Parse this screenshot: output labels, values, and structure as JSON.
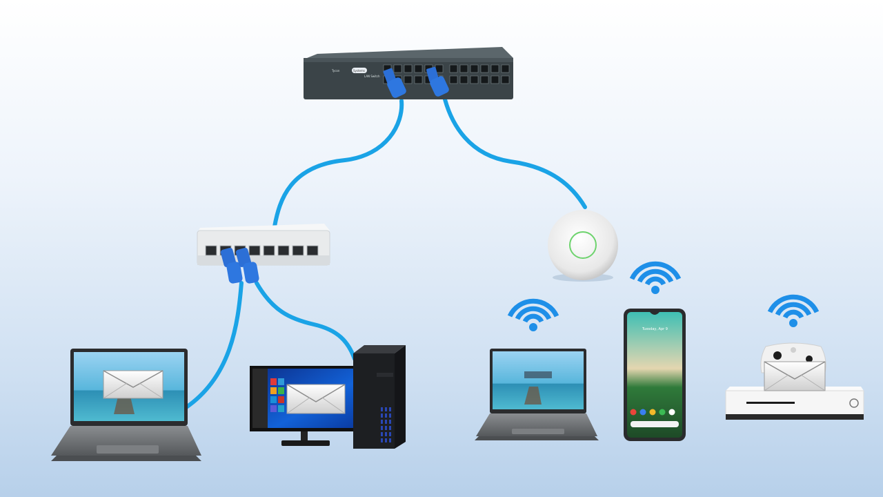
{
  "colors": {
    "cable": "#1aa3e6",
    "connector": "#2c6fd6",
    "wifi": "#1e8fe8",
    "core_switch": "#3b4448",
    "small_switch": "#e9ebec",
    "access_point": "#f4f4f4",
    "ap_ring": "#6dd36d",
    "laptop_body": "#6f7275",
    "desktop_tower": "#1d1f22",
    "tower_accent": "#2b4fcf",
    "console": "#f6f6f6"
  },
  "core_switch": {
    "brand": "Tycon",
    "badge": "Systems",
    "model_text": "LAN Switch",
    "ports": 24
  },
  "small_switch": {
    "ports": 8
  },
  "phone": {
    "time_text": "Tuesday, Apr 9"
  },
  "nodes": [
    {
      "id": "laptop-wired",
      "icon": "laptop-icon",
      "connection": "wired"
    },
    {
      "id": "desktop-wired",
      "icon": "desktop-icon",
      "connection": "wired"
    },
    {
      "id": "laptop-wireless",
      "icon": "laptop-icon",
      "connection": "wireless"
    },
    {
      "id": "phone-wireless",
      "icon": "smartphone-icon",
      "connection": "wireless"
    },
    {
      "id": "console-wireless",
      "icon": "game-console-icon",
      "connection": "wireless"
    }
  ],
  "message_icon": "envelope-icon"
}
